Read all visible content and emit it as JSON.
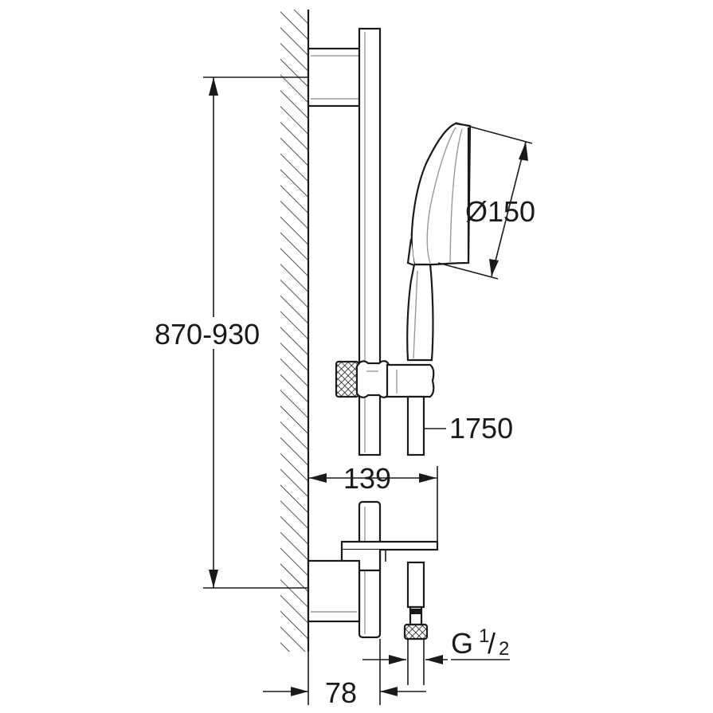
{
  "dimensions": {
    "height_range": "870-930",
    "hand_shower_diameter": "Ø150",
    "hose_length": "1750",
    "shelf_depth": "139",
    "wall_distance": "78",
    "thread_main": "G",
    "thread_num": "1",
    "thread_den": "2"
  }
}
